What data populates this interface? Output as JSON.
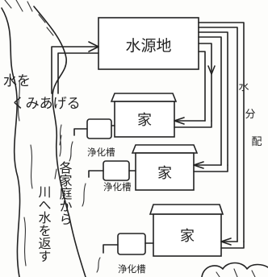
{
  "diagram": {
    "source_label": "水源地",
    "house_label": "家",
    "septic_label": "浄化槽",
    "intake_text": [
      "水を",
      "くみあげる"
    ],
    "distribution_text": [
      "水",
      "分",
      "配"
    ],
    "return_text": [
      "各家庭から",
      "川へ水を返す"
    ]
  }
}
